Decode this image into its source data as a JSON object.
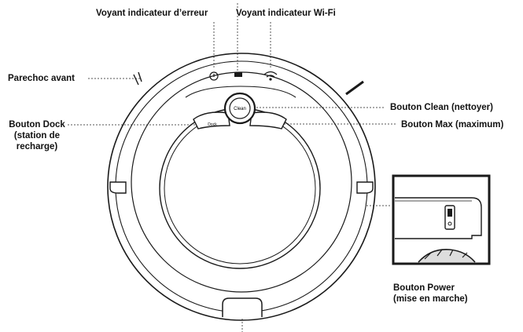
{
  "labels": {
    "error_light": "Voyant indicateur d’erreur",
    "wifi_light": "Voyant indicateur Wi-Fi",
    "front_bumper": "Parechoc avant",
    "dock_button_line1": "Bouton Dock",
    "dock_button_line2": "(station de",
    "dock_button_line3": "recharge)",
    "clean_button": "Bouton Clean (nettoyer)",
    "max_button": "Bouton Max (maximum)",
    "power_button_line1": "Bouton Power",
    "power_button_line2": "(mise en marche)"
  },
  "device_text": {
    "clean_key": "Clean",
    "dock_key": "Dock"
  },
  "colors": {
    "line": "#1a1a1a",
    "leader": "#555555",
    "background": "#ffffff"
  }
}
